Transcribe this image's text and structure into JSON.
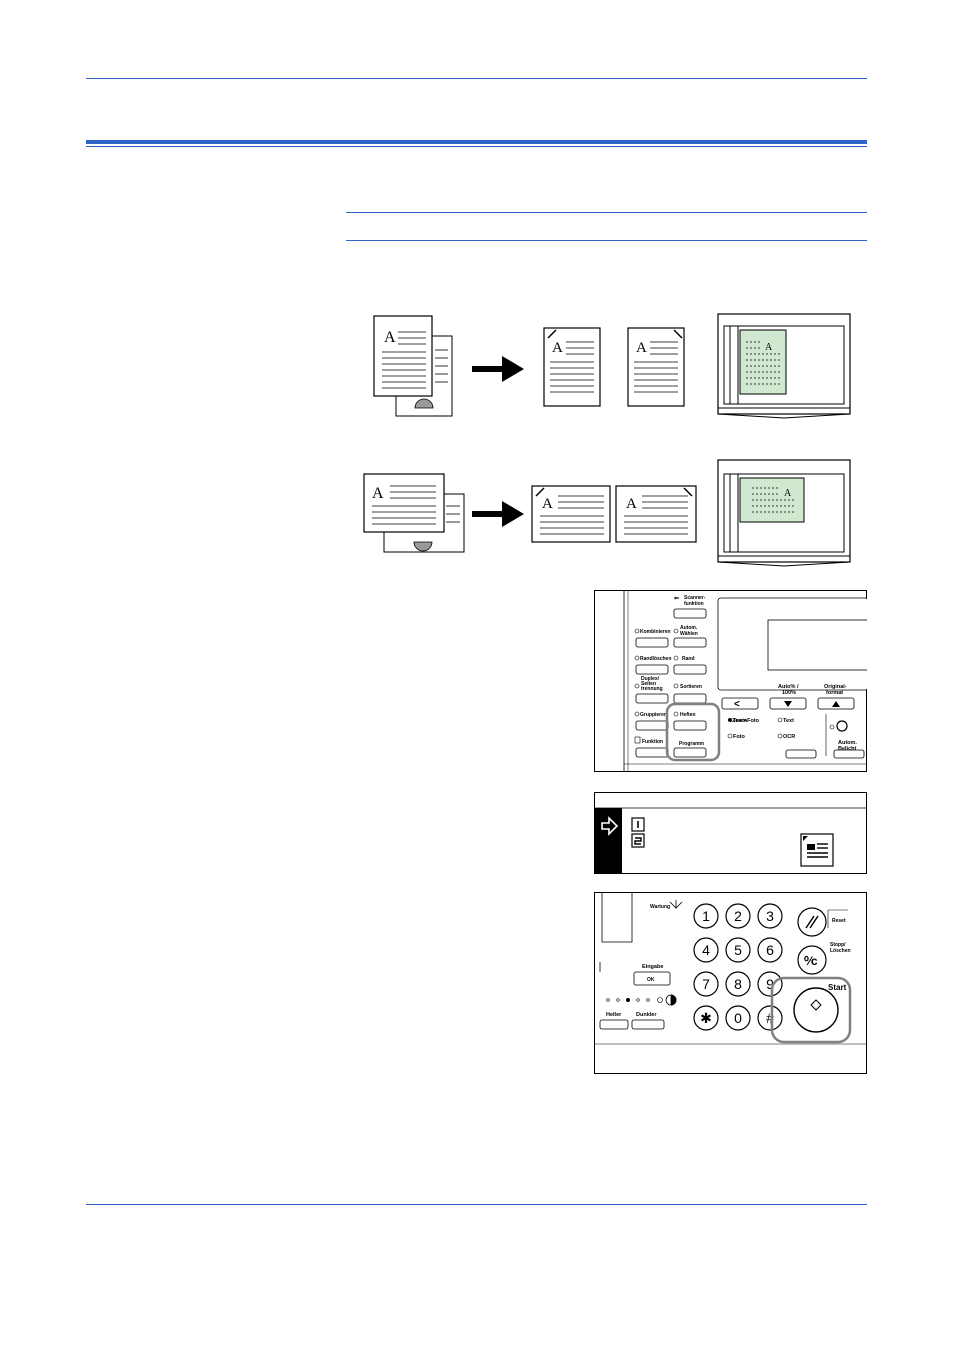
{
  "colors": {
    "rule_blue": "#2f63c9",
    "preview_green": "#cfe8cf",
    "panel_outline": "#000000",
    "highlight_gray": "#808080"
  },
  "panel1": {
    "scanner_label": "Scanner-\nfunktion",
    "kombinieren": "Kombinieren",
    "autom_waehlen": "Autom.\nWählen",
    "randloeschen": "Randlöschen",
    "rand": "Rand",
    "duplex": "Duplex/\nSeiten\ntrennung",
    "sortieren": "Sortieren",
    "gruppieren": "Gruppieren",
    "heften": "Heften",
    "funktion": "Funktion",
    "programm": "Programm",
    "zoom": "Zoom",
    "auto_100": "Auto% /\n100%",
    "original_format": "Original-\nformat",
    "text_foto": "Text+Foto",
    "text": "Text",
    "foto": "Foto",
    "ocr": "OCR",
    "autom_belicht": "Autom.\nBelicht"
  },
  "panel3": {
    "wartung": "Wartung",
    "keys": [
      "1",
      "2",
      "3",
      "4",
      "5",
      "6",
      "7",
      "8",
      "9",
      "✱",
      "0",
      "#"
    ],
    "eingabe": "Eingabe",
    "ok": "OK",
    "heller": "Heller",
    "dunkler": "Dunkler",
    "reset": "Reset",
    "stopp": "Stopp/\nLöschen",
    "start": "Start"
  },
  "icons": {
    "arrow": "arrow-right-icon",
    "staple": "staple-icon",
    "start": "start-diamond-icon",
    "reset": "reset-icon",
    "clear": "clear-stop-icon"
  }
}
